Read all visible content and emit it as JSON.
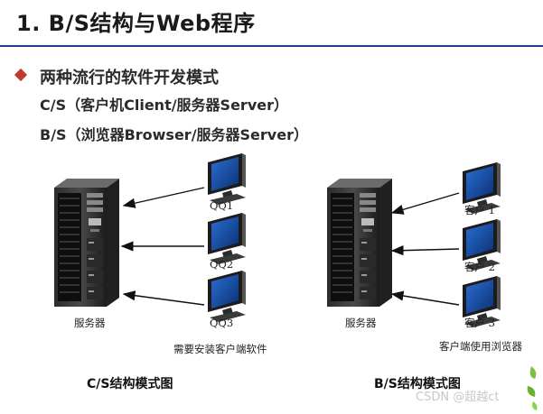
{
  "slide": {
    "title": "1. B/S结构与Web程序",
    "bullet_heading": "两种流行的软件开发模式",
    "cs_line": "C/S（客户机Client/服务器Server）",
    "bs_line": "B/S（浏览器Browser/服务器Server）"
  },
  "cs_diagram": {
    "server_label": "服务器",
    "clients": [
      "QQ1",
      "QQ2",
      "QQ3"
    ],
    "note": "需要安装客户端软件",
    "caption": "C/S结构模式图"
  },
  "bs_diagram": {
    "server_label": "服务器",
    "clients": [
      "客户 1",
      "客户 2",
      "客户 3"
    ],
    "note": "客户端使用浏览器",
    "caption": "B/S结构模式图"
  },
  "watermark": "CSDN @超越ct"
}
